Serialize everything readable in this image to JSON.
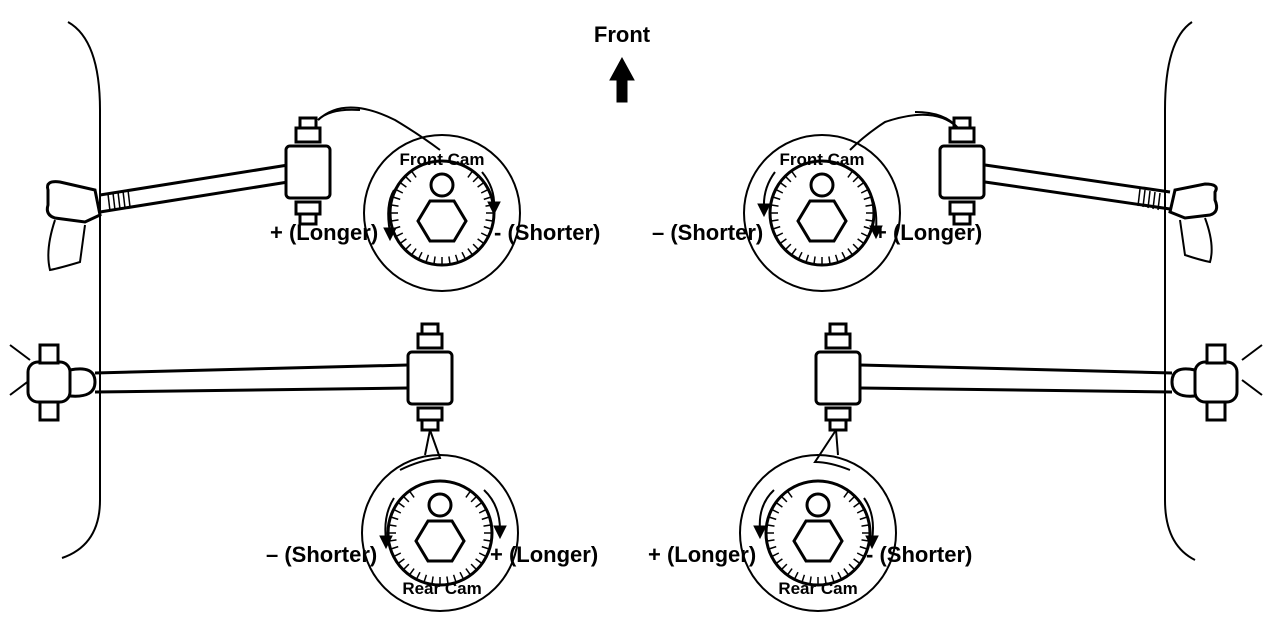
{
  "front_label": "Front",
  "front_cam_label": "Front Cam",
  "rear_cam_label": "Rear Cam",
  "longer_plus": "+ (Longer)",
  "shorter_minus": "- (Shorter)",
  "shorter_minus_dash": "– (Shorter)",
  "icons": [
    "up-arrow-icon",
    "adjusting-cam-icon",
    "hex-nut-icon"
  ]
}
